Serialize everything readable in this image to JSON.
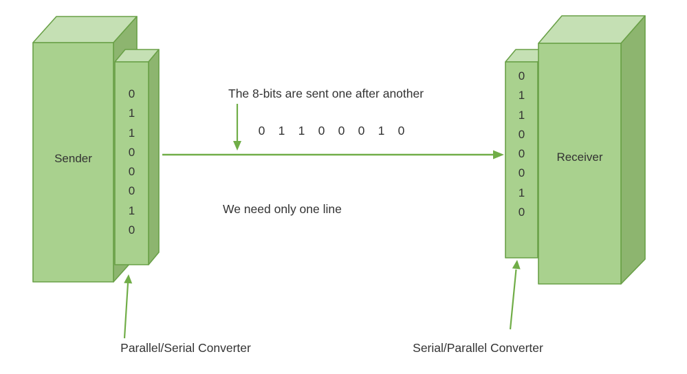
{
  "colors": {
    "box_front": "#a9d18e",
    "box_top": "#c5e0b4",
    "box_side": "#8db56f",
    "outline": "#69a047",
    "arrow": "#70ad47",
    "text": "#333333"
  },
  "sender": {
    "label": "Sender",
    "bits": [
      "0",
      "1",
      "1",
      "0",
      "0",
      "0",
      "1",
      "0"
    ],
    "converter_label": "Parallel/Serial Converter"
  },
  "receiver": {
    "label": "Receiver",
    "bits": [
      "0",
      "1",
      "1",
      "0",
      "0",
      "0",
      "1",
      "0"
    ],
    "converter_label": "Serial/Parallel Converter"
  },
  "transmission": {
    "caption_top": "The 8-bits are sent one after another",
    "bits": [
      "0",
      "1",
      "1",
      "0",
      "0",
      "0",
      "1",
      "0"
    ],
    "caption_bottom": "We need only one line"
  }
}
